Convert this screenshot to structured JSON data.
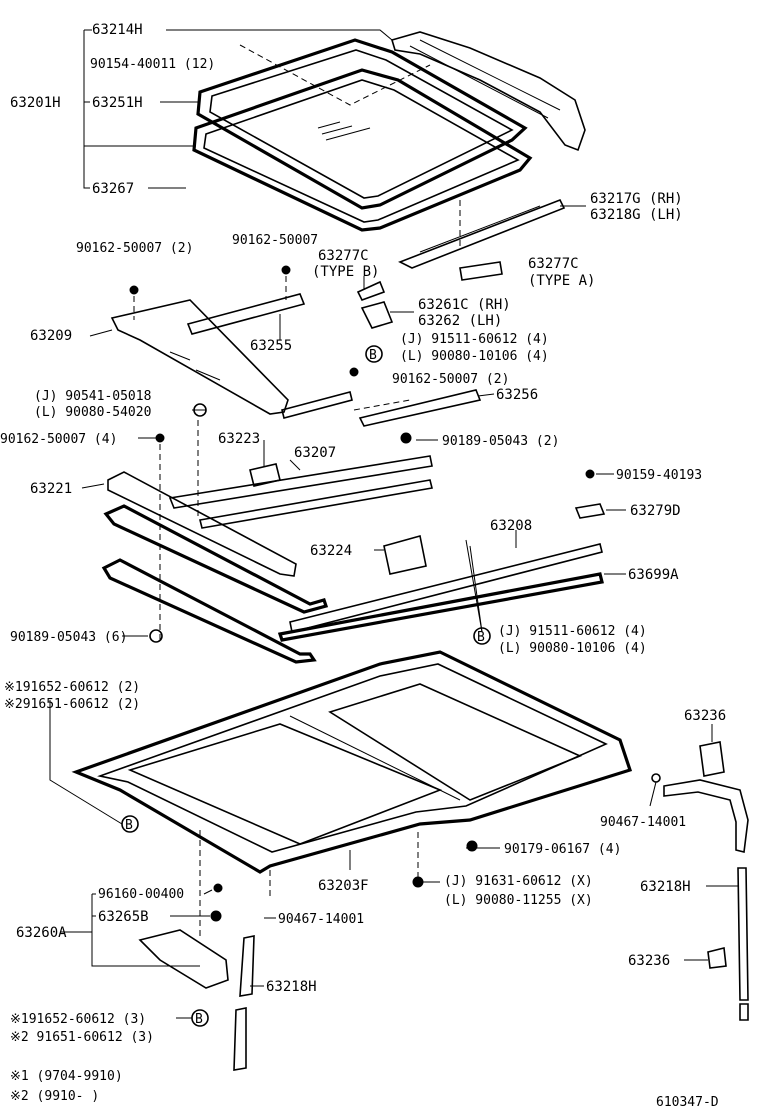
{
  "labels": {
    "p63214H": "63214H",
    "p90154_40011": "90154-40011 (12)",
    "p63201H": "63201H",
    "p63251H": "63251H",
    "p63267": "63267",
    "p63217G": "63217G (RH)",
    "p63218G": "63218G (LH)",
    "p90162_50007_2a": "90162-50007 (2)",
    "p90162_50007_b": "90162-50007",
    "p63277C_B": "63277C",
    "typeB": "(TYPE  B)",
    "p63277C_A": "63277C",
    "typeA": "(TYPE  A)",
    "p63209": "63209",
    "p63255": "63255",
    "p63261C": "63261C (RH)",
    "p63262": "63262   (LH)",
    "bJ1": "(J) 91511-60612 (4)",
    "bL1": "(L) 90080-10106 (4)",
    "p90541": "(J) 90541-05018",
    "p90080_54020": "(L) 90080-54020",
    "p90162_50007_2c": "90162-50007 (2)",
    "p63256": "63256",
    "p90162_50007_4": "90162-50007 (4)",
    "p63223": "63223",
    "p90189_05043_2": "90189-05043 (2)",
    "p63207": "63207",
    "p63221": "63221",
    "p90159_40193": "90159-40193",
    "p63279D": "63279D",
    "p63208": "63208",
    "p63224": "63224",
    "p63699A": "63699A",
    "p90189_05043_6": "90189-05043 (6)",
    "bJ2": "(J)  91511-60612 (4)",
    "bL2": "(L)  90080-10106 (4)",
    "x191652": "※191652-60612 (2)",
    "x291651": "※291651-60612 (2)",
    "p63236a": "63236",
    "p90467_14001a": "90467-14001",
    "p90179": "90179-06167 (4)",
    "p63203F": "63203F",
    "p91631": "(J) 91631-60612 (X)",
    "p90080_11255": "(L) 90080-11255 (X)",
    "p63218H_a": "63218H",
    "p96160": "96160-00400",
    "p63265B": "63265B",
    "p63260A": "63260A",
    "p90467_14001b": "90467-14001",
    "p63218H_b": "63218H",
    "p63236b": "63236",
    "x191652b": "※191652-60612 (3)",
    "x291651b": "※2 91651-60612 (3)",
    "note1": "※1 (9704-9910)",
    "note2": "※2 (9910-      )",
    "code": "610347-D",
    "B": "B"
  }
}
